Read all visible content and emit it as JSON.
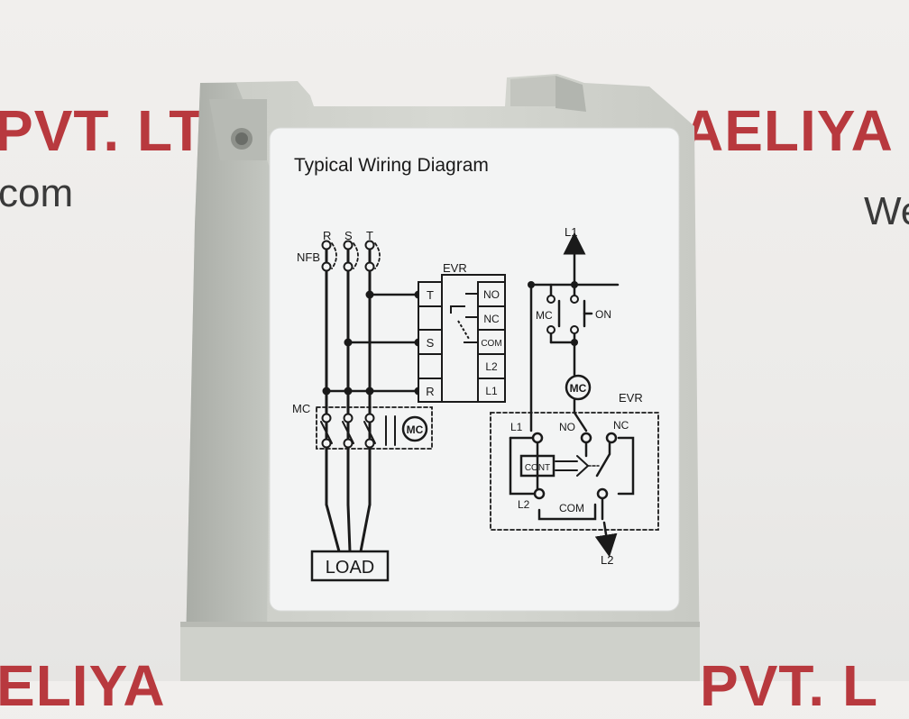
{
  "background_watermarks": {
    "top_left_text": "PVT. LT",
    "top_left_sub": "com",
    "top_right_text": "AELIYA",
    "top_right_sub": "We",
    "bottom_left_text": "ELIYA",
    "bottom_right_text": "PVT. L"
  },
  "label": {
    "title": "Typical Wiring Diagram",
    "left_circuit": {
      "phases": [
        "R",
        "S",
        "T"
      ],
      "breaker": "NFB",
      "relay_name": "EVR",
      "relay_left_terminals": [
        "T",
        "S",
        "R"
      ],
      "relay_right_terminals": [
        "NO",
        "NC",
        "COM",
        "L2",
        "L1"
      ],
      "contactor": "MC",
      "coil": "MC",
      "load": "LOAD"
    },
    "right_circuit": {
      "supply_top": "L1",
      "supply_bottom": "L2",
      "holding_contact": "MC",
      "start_button": "ON",
      "coil": "MC",
      "relay_name": "EVR",
      "terminals": [
        "L1",
        "NO",
        "NC",
        "L2",
        "COM"
      ],
      "controller": "CONT"
    }
  },
  "colors": {
    "housing": "#d4d6d0",
    "label_bg": "#f3f4f4",
    "ink": "#1a1a1a",
    "watermark_red": "#b8393e"
  }
}
